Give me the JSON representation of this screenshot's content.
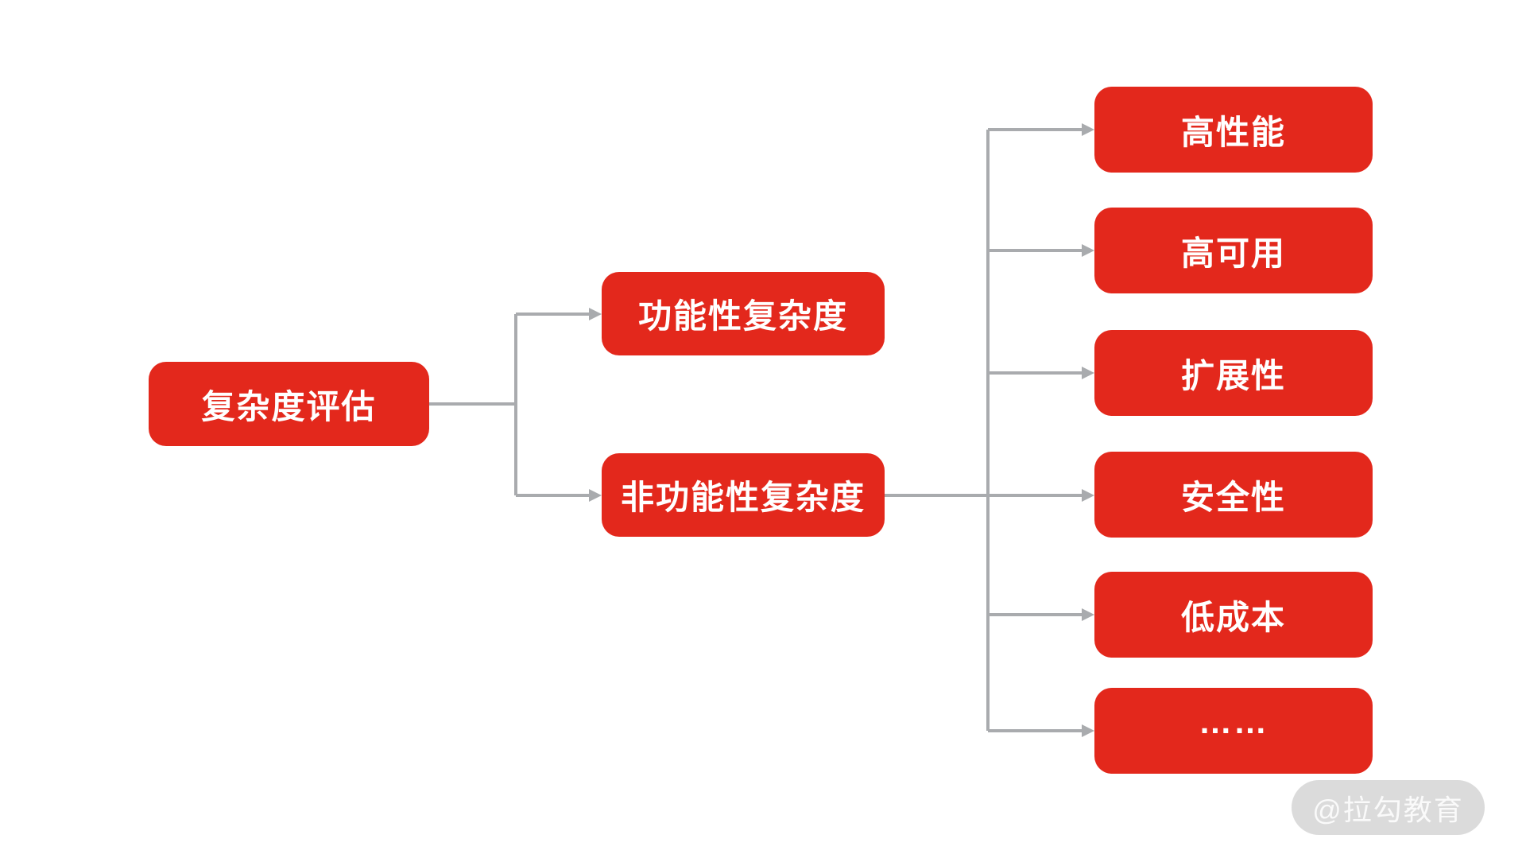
{
  "diagram": {
    "title_hint": "complexity assessment mind map",
    "root": {
      "label": "复杂度评估"
    },
    "level2": [
      {
        "label": "功能性复杂度"
      },
      {
        "label": "非功能性复杂度"
      }
    ],
    "level3": [
      {
        "label": "高性能"
      },
      {
        "label": "高可用"
      },
      {
        "label": "扩展性"
      },
      {
        "label": "安全性"
      },
      {
        "label": "低成本"
      },
      {
        "label": "……"
      }
    ],
    "edges": [
      "复杂度评估→功能性复杂度",
      "复杂度评估→非功能性复杂度",
      "非功能性复杂度→高性能",
      "非功能性复杂度→高可用",
      "非功能性复杂度→扩展性",
      "非功能性复杂度→安全性",
      "非功能性复杂度→低成本",
      "非功能性复杂度→……"
    ]
  },
  "watermark": {
    "label": "@拉勾教育"
  },
  "colors": {
    "node_fill": "#E3281C",
    "node_text": "#FFFFFF",
    "connector": "#A9ABAE",
    "watermark_bg": "#DBDBDB",
    "watermark_text": "#F4F4F4",
    "background": "#FFFFFF"
  }
}
